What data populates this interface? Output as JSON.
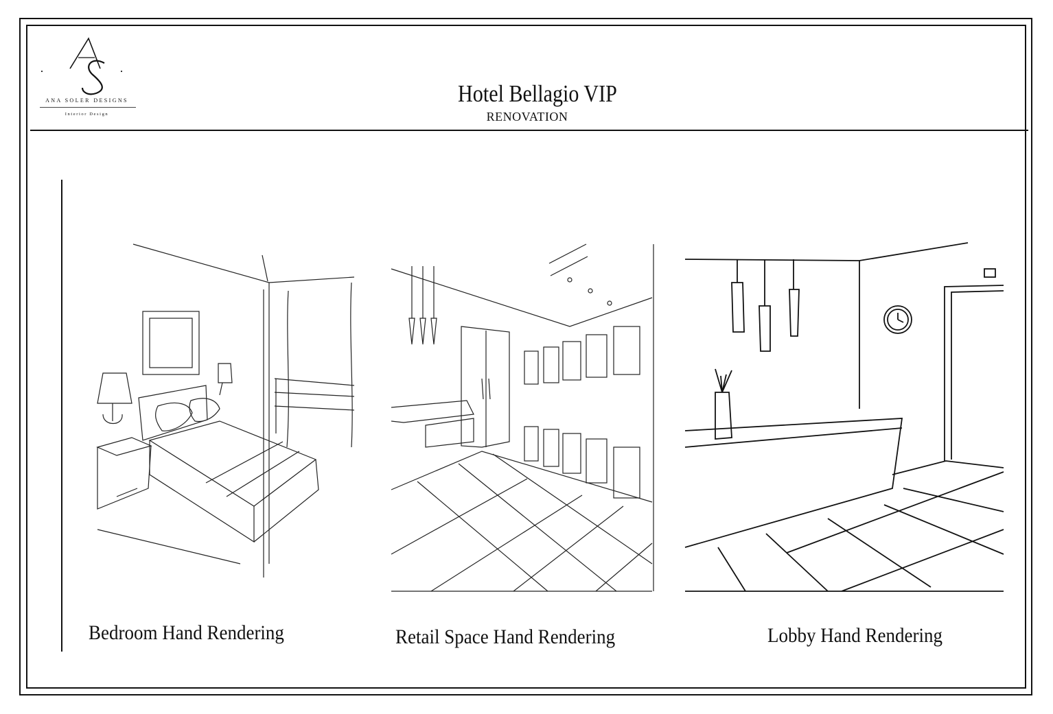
{
  "logo": {
    "brand": "ANA SOLER DESIGNS",
    "tagline": "Interior Design"
  },
  "header": {
    "title": "Hotel Bellagio VIP",
    "subtitle": "RENOVATION"
  },
  "renderings": [
    {
      "caption": "Bedroom Hand Rendering"
    },
    {
      "caption": "Retail Space Hand Rendering"
    },
    {
      "caption": "Lobby Hand Rendering"
    }
  ]
}
